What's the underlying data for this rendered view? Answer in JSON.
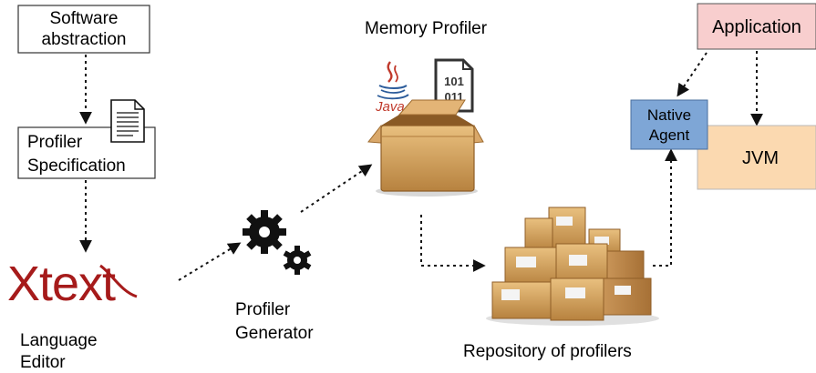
{
  "boxes": {
    "software_abstraction": [
      "Software",
      "abstraction"
    ],
    "profiler_specification": [
      "Profiler",
      "Specification"
    ],
    "application": "Application",
    "native_agent": [
      "Native",
      "Agent"
    ],
    "jvm": "JVM"
  },
  "labels": {
    "memory_profiler": "Memory Profiler",
    "language_editor": [
      "Language",
      "Editor"
    ],
    "profiler_generator": [
      "Profiler",
      "Generator"
    ],
    "repository_of_profilers": "Repository of profilers"
  },
  "logo": {
    "xtext": "Xtext"
  },
  "icons": {
    "java_text": "Java",
    "binary_file_lines": [
      "101",
      "011"
    ],
    "document": "document-icon",
    "gears": "gears-icon",
    "open_box": "open-box-icon",
    "box_pile": "box-pile-icon"
  },
  "colors": {
    "application_fill": "#f8cece",
    "native_agent_fill": "#7ea6d6",
    "jvm_fill": "#fbd9b0",
    "xtext_red": "#a61b1b",
    "box_brown": "#d9a86a"
  }
}
